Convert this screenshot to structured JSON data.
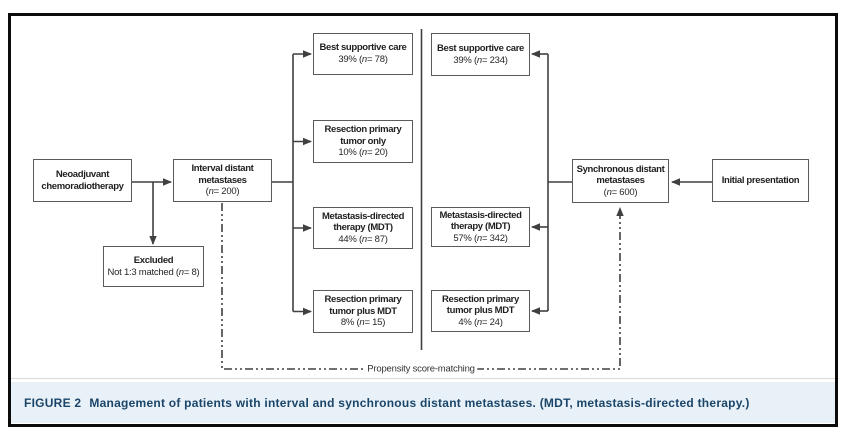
{
  "figure_caption": {
    "label": "FIGURE 2",
    "text": "Management of patients with interval and synchronous distant metastases. (MDT, metastasis-directed therapy.)"
  },
  "labels": {
    "propensity": "Propensity score-matching"
  },
  "colors": {
    "caption_band": "#e9f1f8",
    "caption_text": "#1a4569",
    "box_border": "#5a5a5a",
    "connector_line": "#404040"
  },
  "nodes": {
    "neoadjuvant": {
      "title_lines": [
        "Neoadjuvant",
        "chemoradiotherapy"
      ]
    },
    "interval": {
      "title_lines": [
        "Interval distant",
        "metastases"
      ],
      "stat": "(n= 200)"
    },
    "excluded": {
      "title_lines": [
        "Excluded"
      ],
      "stat": "Not 1:3 matched (n= 8)"
    },
    "int_bsc": {
      "title_lines": [
        "Best supportive care"
      ],
      "stat": "39% (n= 78)"
    },
    "int_rpo": {
      "title_lines": [
        "Resection primary",
        "tumor only"
      ],
      "stat": "10% (n= 20)"
    },
    "int_mdt": {
      "title_lines": [
        "Metastasis-directed",
        "therapy (MDT)"
      ],
      "stat": "44% (n= 87)"
    },
    "int_rpm": {
      "title_lines": [
        "Resection primary",
        "tumor plus MDT"
      ],
      "stat": "8% (n= 15)"
    },
    "syn_bsc": {
      "title_lines": [
        "Best supportive care"
      ],
      "stat": "39% (n= 234)"
    },
    "syn_mdt": {
      "title_lines": [
        "Metastasis-directed",
        "therapy (MDT)"
      ],
      "stat": "57% (n= 342)"
    },
    "syn_rpm": {
      "title_lines": [
        "Resection primary",
        "tumor plus MDT"
      ],
      "stat": "4% (n= 24)"
    },
    "synchronous": {
      "title_lines": [
        "Synchronous distant",
        "metastases"
      ],
      "stat": "(n= 600)"
    },
    "initial": {
      "title_lines": [
        "Initial presentation"
      ]
    }
  }
}
